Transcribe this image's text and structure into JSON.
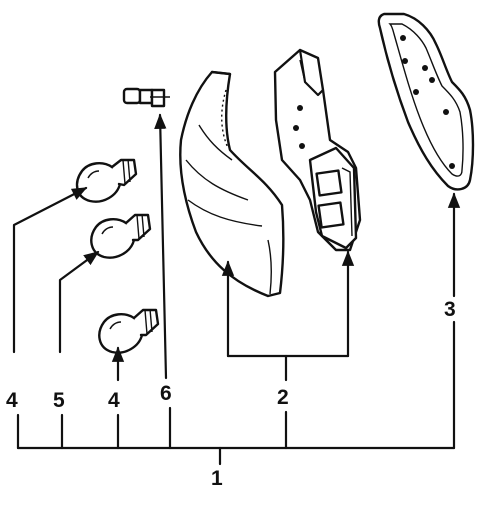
{
  "callouts": {
    "c1": "1",
    "c2": "2",
    "c3": "3",
    "c4a": "4",
    "c5": "5",
    "c4b": "4",
    "c6": "6"
  },
  "colors": {
    "ink": "#111111",
    "paper": "#ffffff",
    "shade": "#cfcfcf"
  }
}
